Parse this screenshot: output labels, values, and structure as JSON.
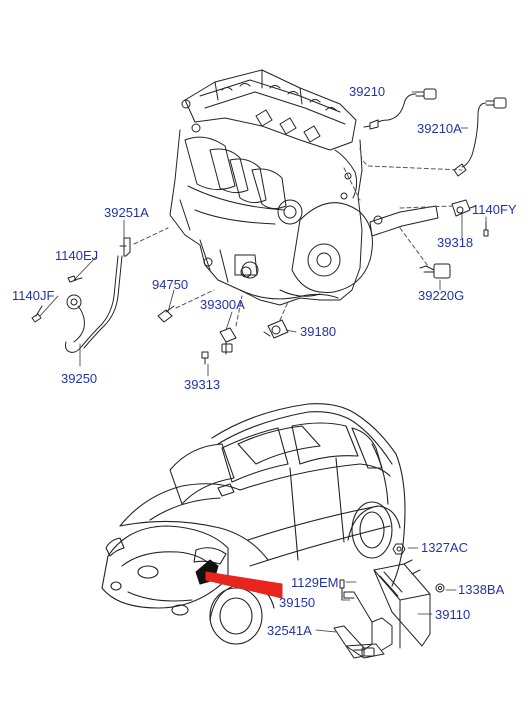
{
  "parts": {
    "p39210": "39210",
    "p39210A": "39210A",
    "p1140FY": "1140FY",
    "p39318": "39318",
    "p39220G": "39220G",
    "p39251A": "39251A",
    "p1140EJ": "1140EJ",
    "p1140JF": "1140JF",
    "p94750": "94750",
    "p39300A": "39300A",
    "p39180": "39180",
    "p39250": "39250",
    "p39313": "39313",
    "p1327AC": "1327AC",
    "p1129EM": "1129EM",
    "p1338BA": "1338BA",
    "p39150": "39150",
    "p39110": "39110",
    "p32541A": "32541A"
  },
  "colors": {
    "label": "#2233aa",
    "line": "#222222",
    "highlight": "#e8241f",
    "guide": "#555555"
  },
  "icons": {
    "engine": "engine-assembly-drawing",
    "car": "hatchback-car-drawing",
    "arrow": "ecu-location-pointer"
  }
}
